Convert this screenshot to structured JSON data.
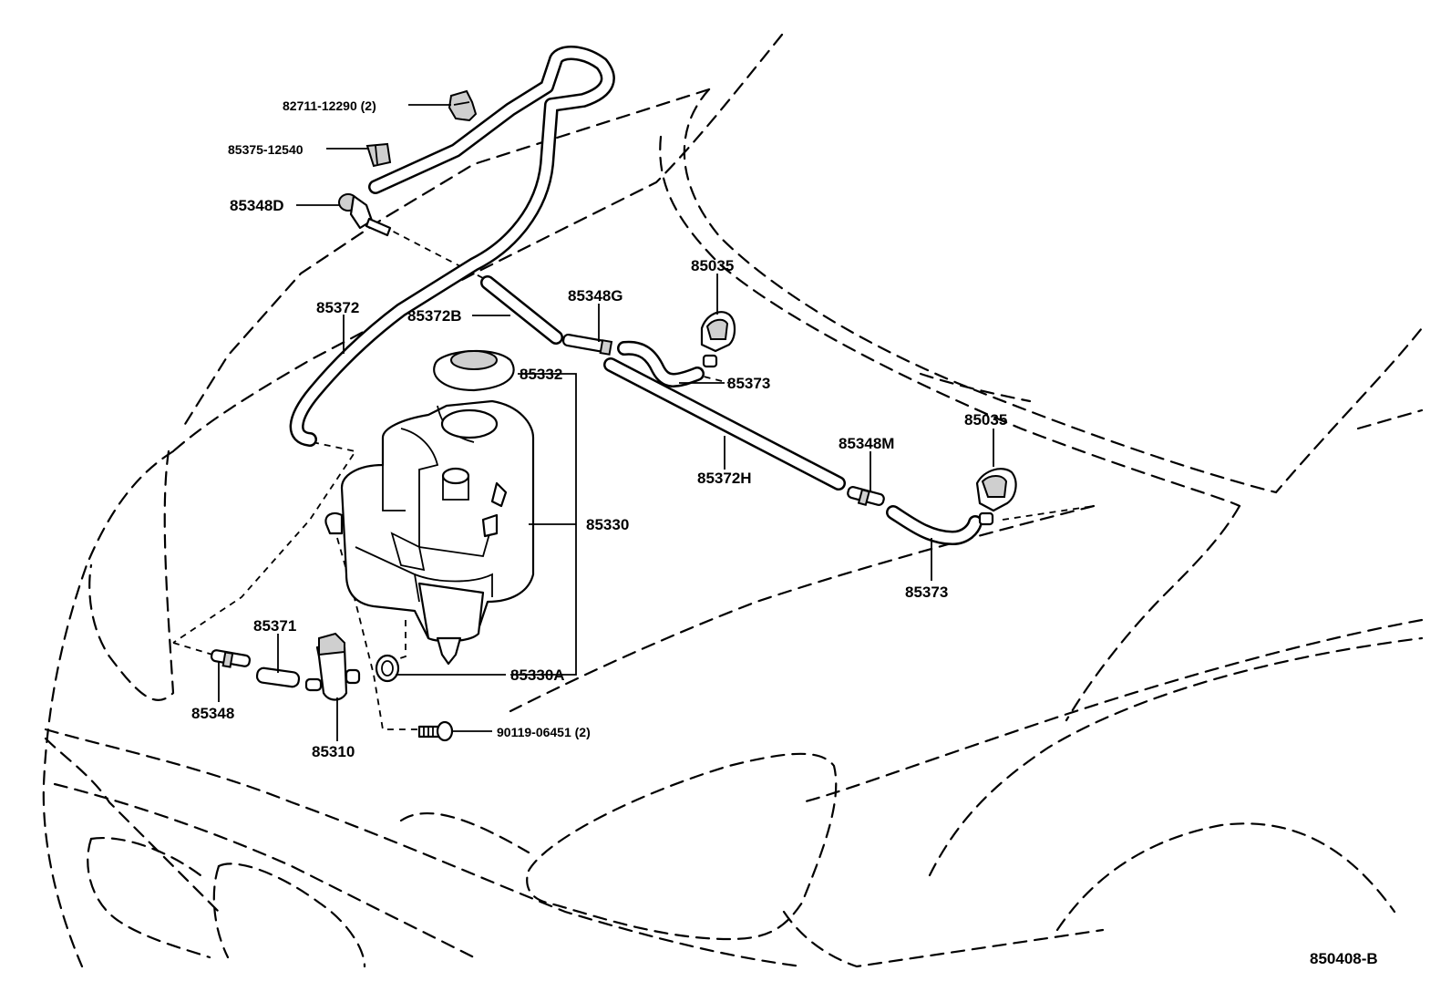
{
  "diagram_id": "850408-B",
  "labels": {
    "clip": "82711-12290 (2)",
    "clamp": "85375-12540",
    "valve_d": "85348D",
    "hose_main": "85372",
    "hose_b": "85372B",
    "joint_g": "85348G",
    "nozzle_top": "85035",
    "hose_top": "85373",
    "cap": "85332",
    "tank": "85330",
    "hose_h": "85372H",
    "joint_m": "85348M",
    "nozzle_right": "85035",
    "hose_right": "85373",
    "hose_short": "85371",
    "joint": "85348",
    "pump": "85310",
    "grommet": "85330A",
    "bolt": "90119-06451 (2)"
  }
}
